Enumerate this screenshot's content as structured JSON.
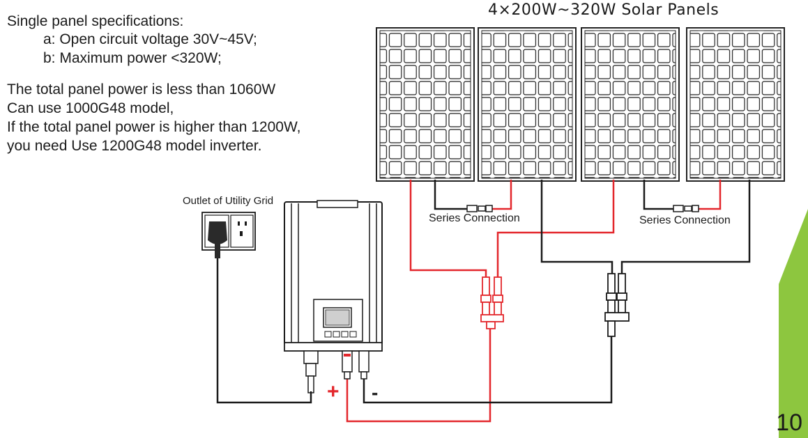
{
  "title": "4×200W~320W Solar Panels",
  "specs": {
    "heading": "Single panel specifications:",
    "line_a": "a: Open circuit voltage 30V~45V;",
    "line_b": "b: Maximum power <320W;"
  },
  "notes": {
    "line1": "The total panel power is less than 1060W",
    "line2": " Can use 1000G48 model,",
    "line3": "If the total panel power is higher than 1200W,",
    "line4": "you need Use 1200G48 model inverter."
  },
  "labels": {
    "outlet": "Outlet of Utility Grid",
    "series_left": "Series Connection",
    "series_right": "Series Connection",
    "plus": "+",
    "minus": "-"
  },
  "page_number": "10",
  "colors": {
    "positive_wire": "#e3262b",
    "negative_wire": "#1a1a1a",
    "accent_green": "#8dc63f"
  }
}
